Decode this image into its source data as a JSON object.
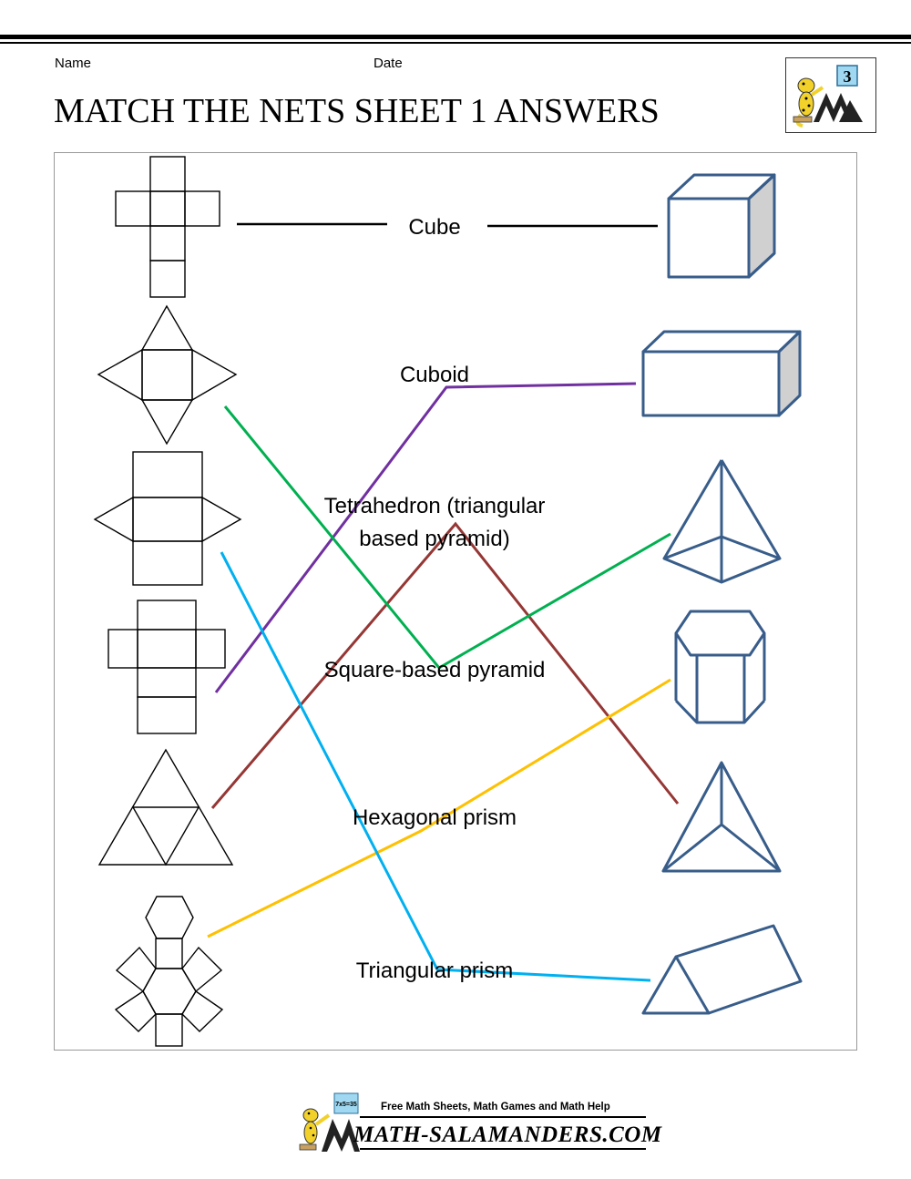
{
  "header": {
    "name_label": "Name",
    "date_label": "Date",
    "title": "MATCH THE NETS SHEET 1 ANSWERS",
    "grade_number": "3"
  },
  "shapes": [
    {
      "label": "Cube"
    },
    {
      "label": "Cuboid"
    },
    {
      "label": "Tetrahedron (triangular",
      "label_line2": "based pyramid)"
    },
    {
      "label": "Square-based pyramid"
    },
    {
      "label": "Hexagonal prism"
    },
    {
      "label": "Triangular prism"
    }
  ],
  "answer_line_colors": {
    "cube": "#000000",
    "cuboid": "#7030A0",
    "tetrahedron": "#953735",
    "square_based_pyramid": "#00B050",
    "hexagonal_prism": "#FFC000",
    "triangular_prism": "#00B0F0"
  },
  "solid_colors": {
    "stroke": "#385D8A",
    "side_fill": "#D0D0D0"
  },
  "footer": {
    "tagline": "Free Math Sheets, Math Games and Math Help",
    "site": "MATH-SALAMANDERS.COM",
    "logo_small_text": "7x5=35"
  }
}
